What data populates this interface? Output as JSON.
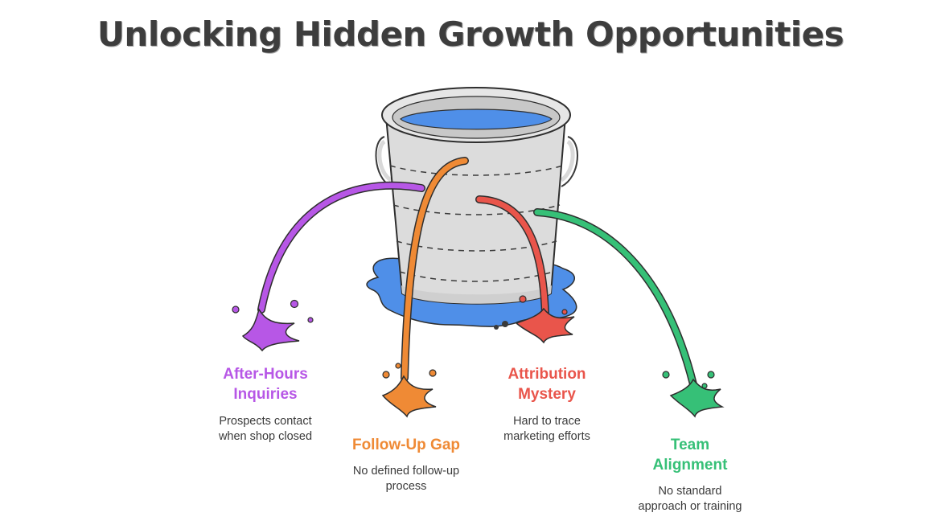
{
  "title": "Unlocking Hidden Growth Opportunities",
  "colors": {
    "purple": "#b757e6",
    "orange": "#ef8a35",
    "red": "#e9554b",
    "green": "#36c077",
    "water": "#4f8fe8",
    "bucket": "#d9d9d9"
  },
  "illustration": {
    "subject": "leaking-bucket",
    "icon": "bucket-icon"
  },
  "leaks": [
    {
      "id": "after-hours",
      "title_line1": "After-Hours",
      "title_line2": "Inquiries",
      "desc_line1": "Prospects contact",
      "desc_line2": "when shop closed"
    },
    {
      "id": "follow-up",
      "title_line1": "Follow-Up Gap",
      "desc_line1": "No defined follow-up",
      "desc_line2": "process"
    },
    {
      "id": "attribution",
      "title_line1": "Attribution",
      "title_line2": "Mystery",
      "desc_line1": "Hard to trace",
      "desc_line2": "marketing efforts"
    },
    {
      "id": "team",
      "title_line1": "Team",
      "title_line2": "Alignment",
      "desc_line1": "No standard",
      "desc_line2": "approach or training"
    }
  ]
}
